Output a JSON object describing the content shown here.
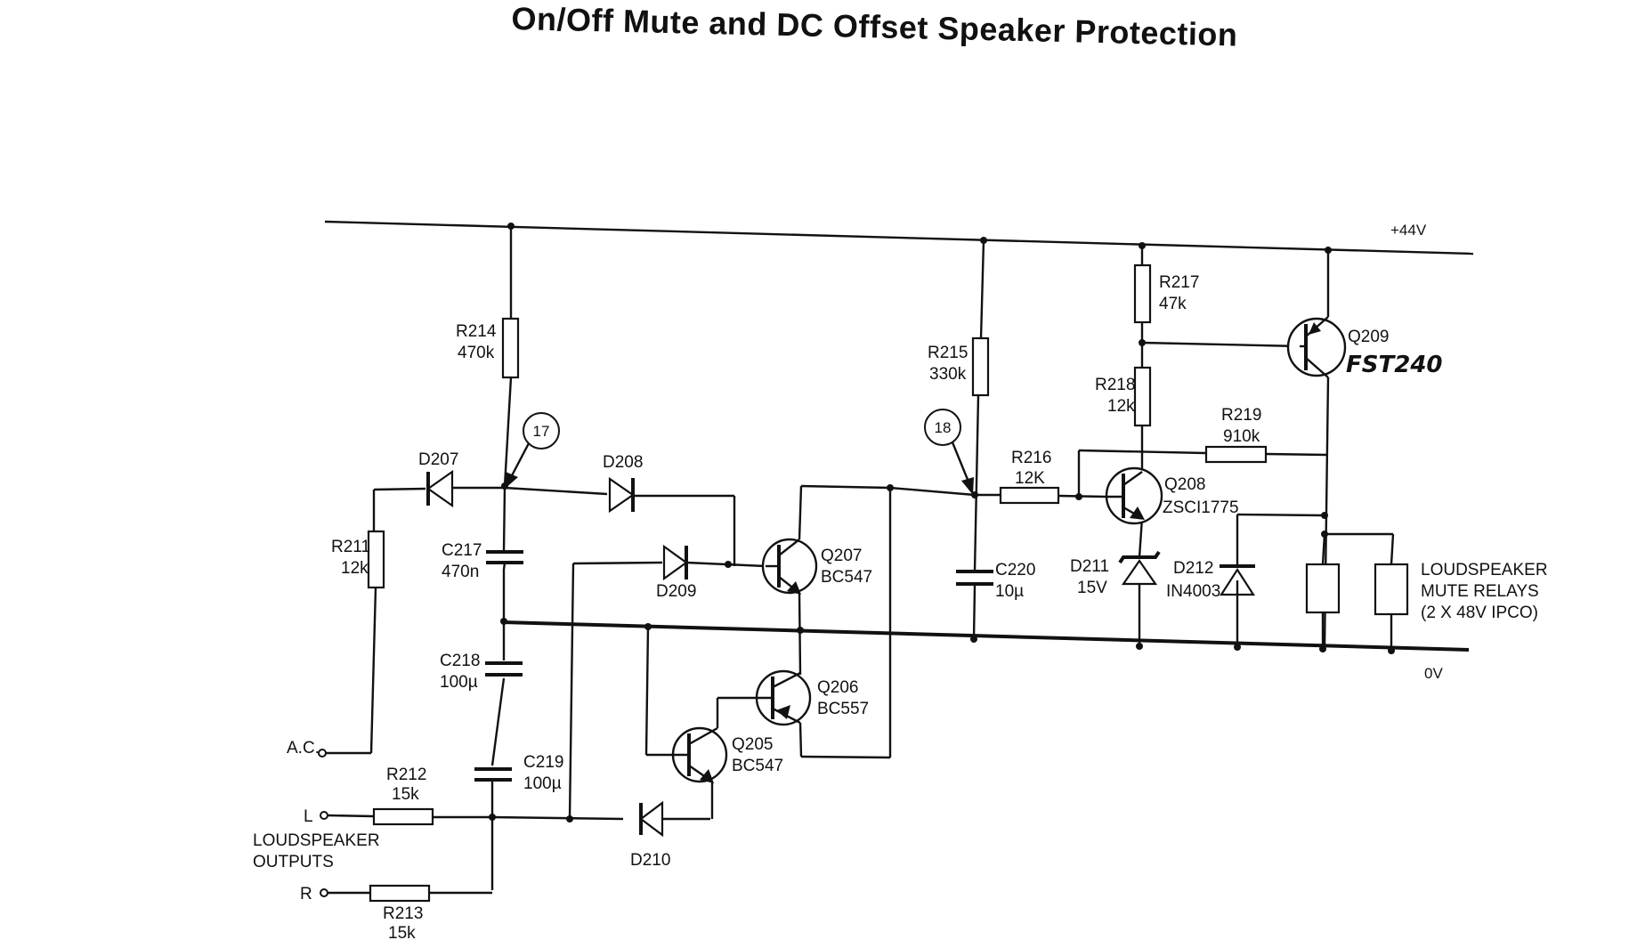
{
  "title": "On/Off Mute and DC Offset Speaker Protection",
  "rails": {
    "positive": "+44V",
    "ground": "0V"
  },
  "inputs": {
    "ac": "A.C.",
    "left": "L",
    "right": "R",
    "outputs_line1": "LOUDSPEAKER",
    "outputs_line2": "OUTPUTS"
  },
  "test_points": {
    "tp17": "17",
    "tp18": "18"
  },
  "resistors": {
    "R211": {
      "ref": "R211",
      "value": "12k"
    },
    "R212": {
      "ref": "R212",
      "value": "15k"
    },
    "R213": {
      "ref": "R213",
      "value": "15k"
    },
    "R214": {
      "ref": "R214",
      "value": "470k"
    },
    "R215": {
      "ref": "R215",
      "value": "330k"
    },
    "R216": {
      "ref": "R216",
      "value": "12K"
    },
    "R217": {
      "ref": "R217",
      "value": "47k"
    },
    "R218": {
      "ref": "R218",
      "value": "12k"
    },
    "R219": {
      "ref": "R219",
      "value": "910k"
    }
  },
  "capacitors": {
    "C217": {
      "ref": "C217",
      "value": "470n"
    },
    "C218": {
      "ref": "C218",
      "value": "100µ"
    },
    "C219": {
      "ref": "C219",
      "value": "100µ"
    },
    "C220": {
      "ref": "C220",
      "value": "10µ"
    }
  },
  "diodes": {
    "D207": {
      "ref": "D207"
    },
    "D208": {
      "ref": "D208"
    },
    "D209": {
      "ref": "D209"
    },
    "D210": {
      "ref": "D210"
    },
    "D211": {
      "ref": "D211",
      "value": "15V"
    },
    "D212": {
      "ref": "D212",
      "value": "IN4003"
    }
  },
  "transistors": {
    "Q205": {
      "ref": "Q205",
      "part": "BC547"
    },
    "Q206": {
      "ref": "Q206",
      "part": "BC557"
    },
    "Q207": {
      "ref": "Q207",
      "part": "BC547"
    },
    "Q208": {
      "ref": "Q208",
      "part": "ZSCI1775"
    },
    "Q209": {
      "ref": "Q209",
      "part": "FST240"
    }
  },
  "relays": {
    "line1": "LOUDSPEAKER",
    "line2": "MUTE RELAYS",
    "line3": "(2 X 48V IPCO)"
  }
}
